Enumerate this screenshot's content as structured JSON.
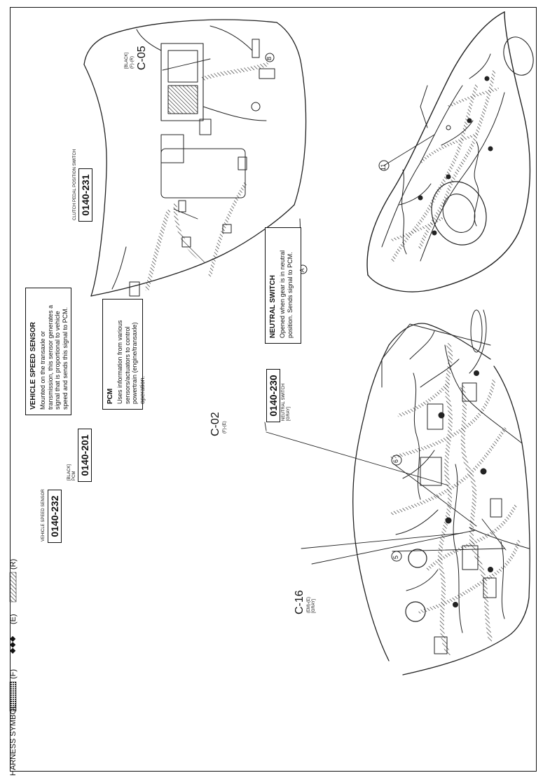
{
  "harness_symbol": {
    "label": "HARNESS SYMBOL :",
    "f_code": "(F)",
    "e_code": "(E)",
    "r_code": "(R)",
    "e_glyph": "◆◆◆"
  },
  "connectors": {
    "vss": {
      "name": "VEHICLE SPEED SENSOR",
      "code": "0140-232"
    },
    "pcm": {
      "color": "[BLACK]",
      "name": "PCM",
      "code": "0140-201"
    },
    "neutral": {
      "code": "0140-230",
      "name": "NEUTRAL SWITCH",
      "color": "[GRAY]"
    },
    "clutch": {
      "name": "CLUTCH PEDAL POSITION SWITCH",
      "code": "0140-231"
    },
    "c02": {
      "id": "C-02",
      "harness": "(F)-(E)"
    },
    "c05": {
      "id": "C-05",
      "color": "[BLACK]",
      "harness": "(F)-(R)"
    },
    "c16": {
      "id": "C-16",
      "harness": "(EM)-(E)",
      "color": "[GRAY]"
    }
  },
  "info": {
    "vss": {
      "title": "VEHICLE SPEED SENSOR",
      "lines": [
        "Mounted on the transaxle or",
        "transmission, this sensor generates a",
        "signal that is proportional to vehicle",
        "speed and sends this signal to PCM."
      ]
    },
    "pcm": {
      "title": "PCM",
      "lines": [
        "Uses information from various",
        "sensors/actuators to control",
        "powertrain (engine/transaxle)",
        "operation."
      ]
    },
    "neutral": {
      "title": "NEUTRAL SWITCH",
      "lines": [
        "Opened when gear is in neutral",
        "position. Sends signal to PCM."
      ]
    }
  },
  "callouts": {
    "five": "5",
    "six": "6",
    "eleven": "11",
    "a": "A",
    "b": "B"
  }
}
